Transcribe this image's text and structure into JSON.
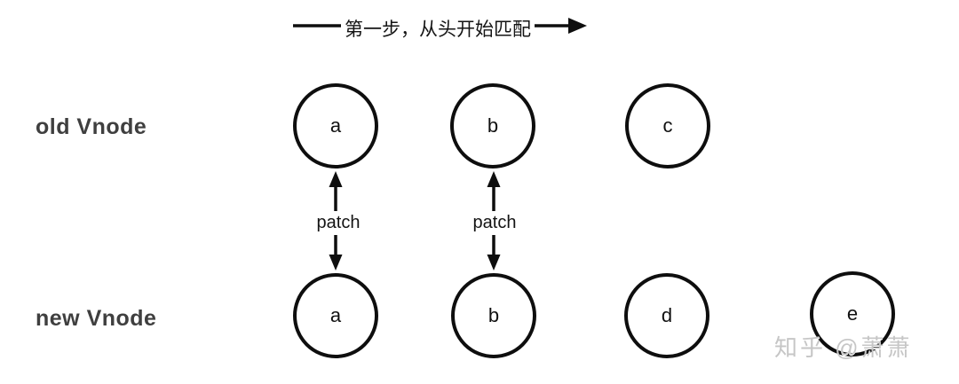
{
  "title_arrow": {
    "label": "第一步，从头开始匹配"
  },
  "rows": {
    "old": {
      "label": "old Vnode",
      "nodes": [
        "a",
        "b",
        "c"
      ]
    },
    "new": {
      "label": "new Vnode",
      "nodes": [
        "a",
        "b",
        "d",
        "e"
      ]
    }
  },
  "patch_arrows": [
    {
      "label": "patch"
    },
    {
      "label": "patch"
    }
  ],
  "watermark": "知乎 @萧萧",
  "colors": {
    "stroke": "#0e0e0e",
    "row_label": "#3f3f3f",
    "watermark": "#c6c6c6",
    "background": "#ffffff"
  }
}
